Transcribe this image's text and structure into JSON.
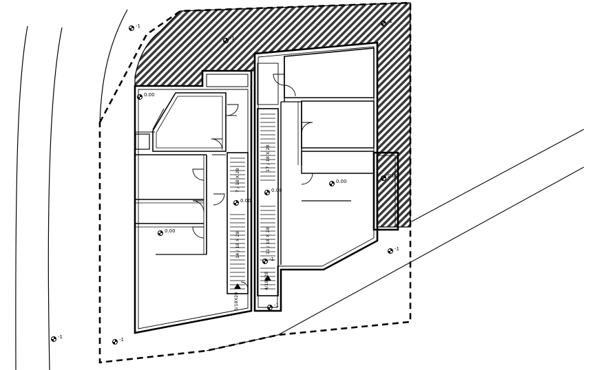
{
  "levels": {
    "site_a": "-1",
    "site_b": "-1",
    "site_c": "-1",
    "site_d": "-1",
    "site_e": "-1",
    "site_f": "-1",
    "site_g": "-1",
    "site_h": "-1",
    "room_tl": "0.00",
    "room_bl": "0.00",
    "stair_a": "0.00",
    "stair_b": "0.00",
    "room_r": "0.00",
    "balcony": "0.00"
  },
  "stairs": {
    "left_upper": "7 / 18 X 28",
    "left_lower": "14 / 18 X 28",
    "right_upper": "17 / 18 X 28",
    "right_lower": "11 / 18 X 28",
    "bottom_a": "5/18X28",
    "bottom_b": "4/18X28"
  }
}
